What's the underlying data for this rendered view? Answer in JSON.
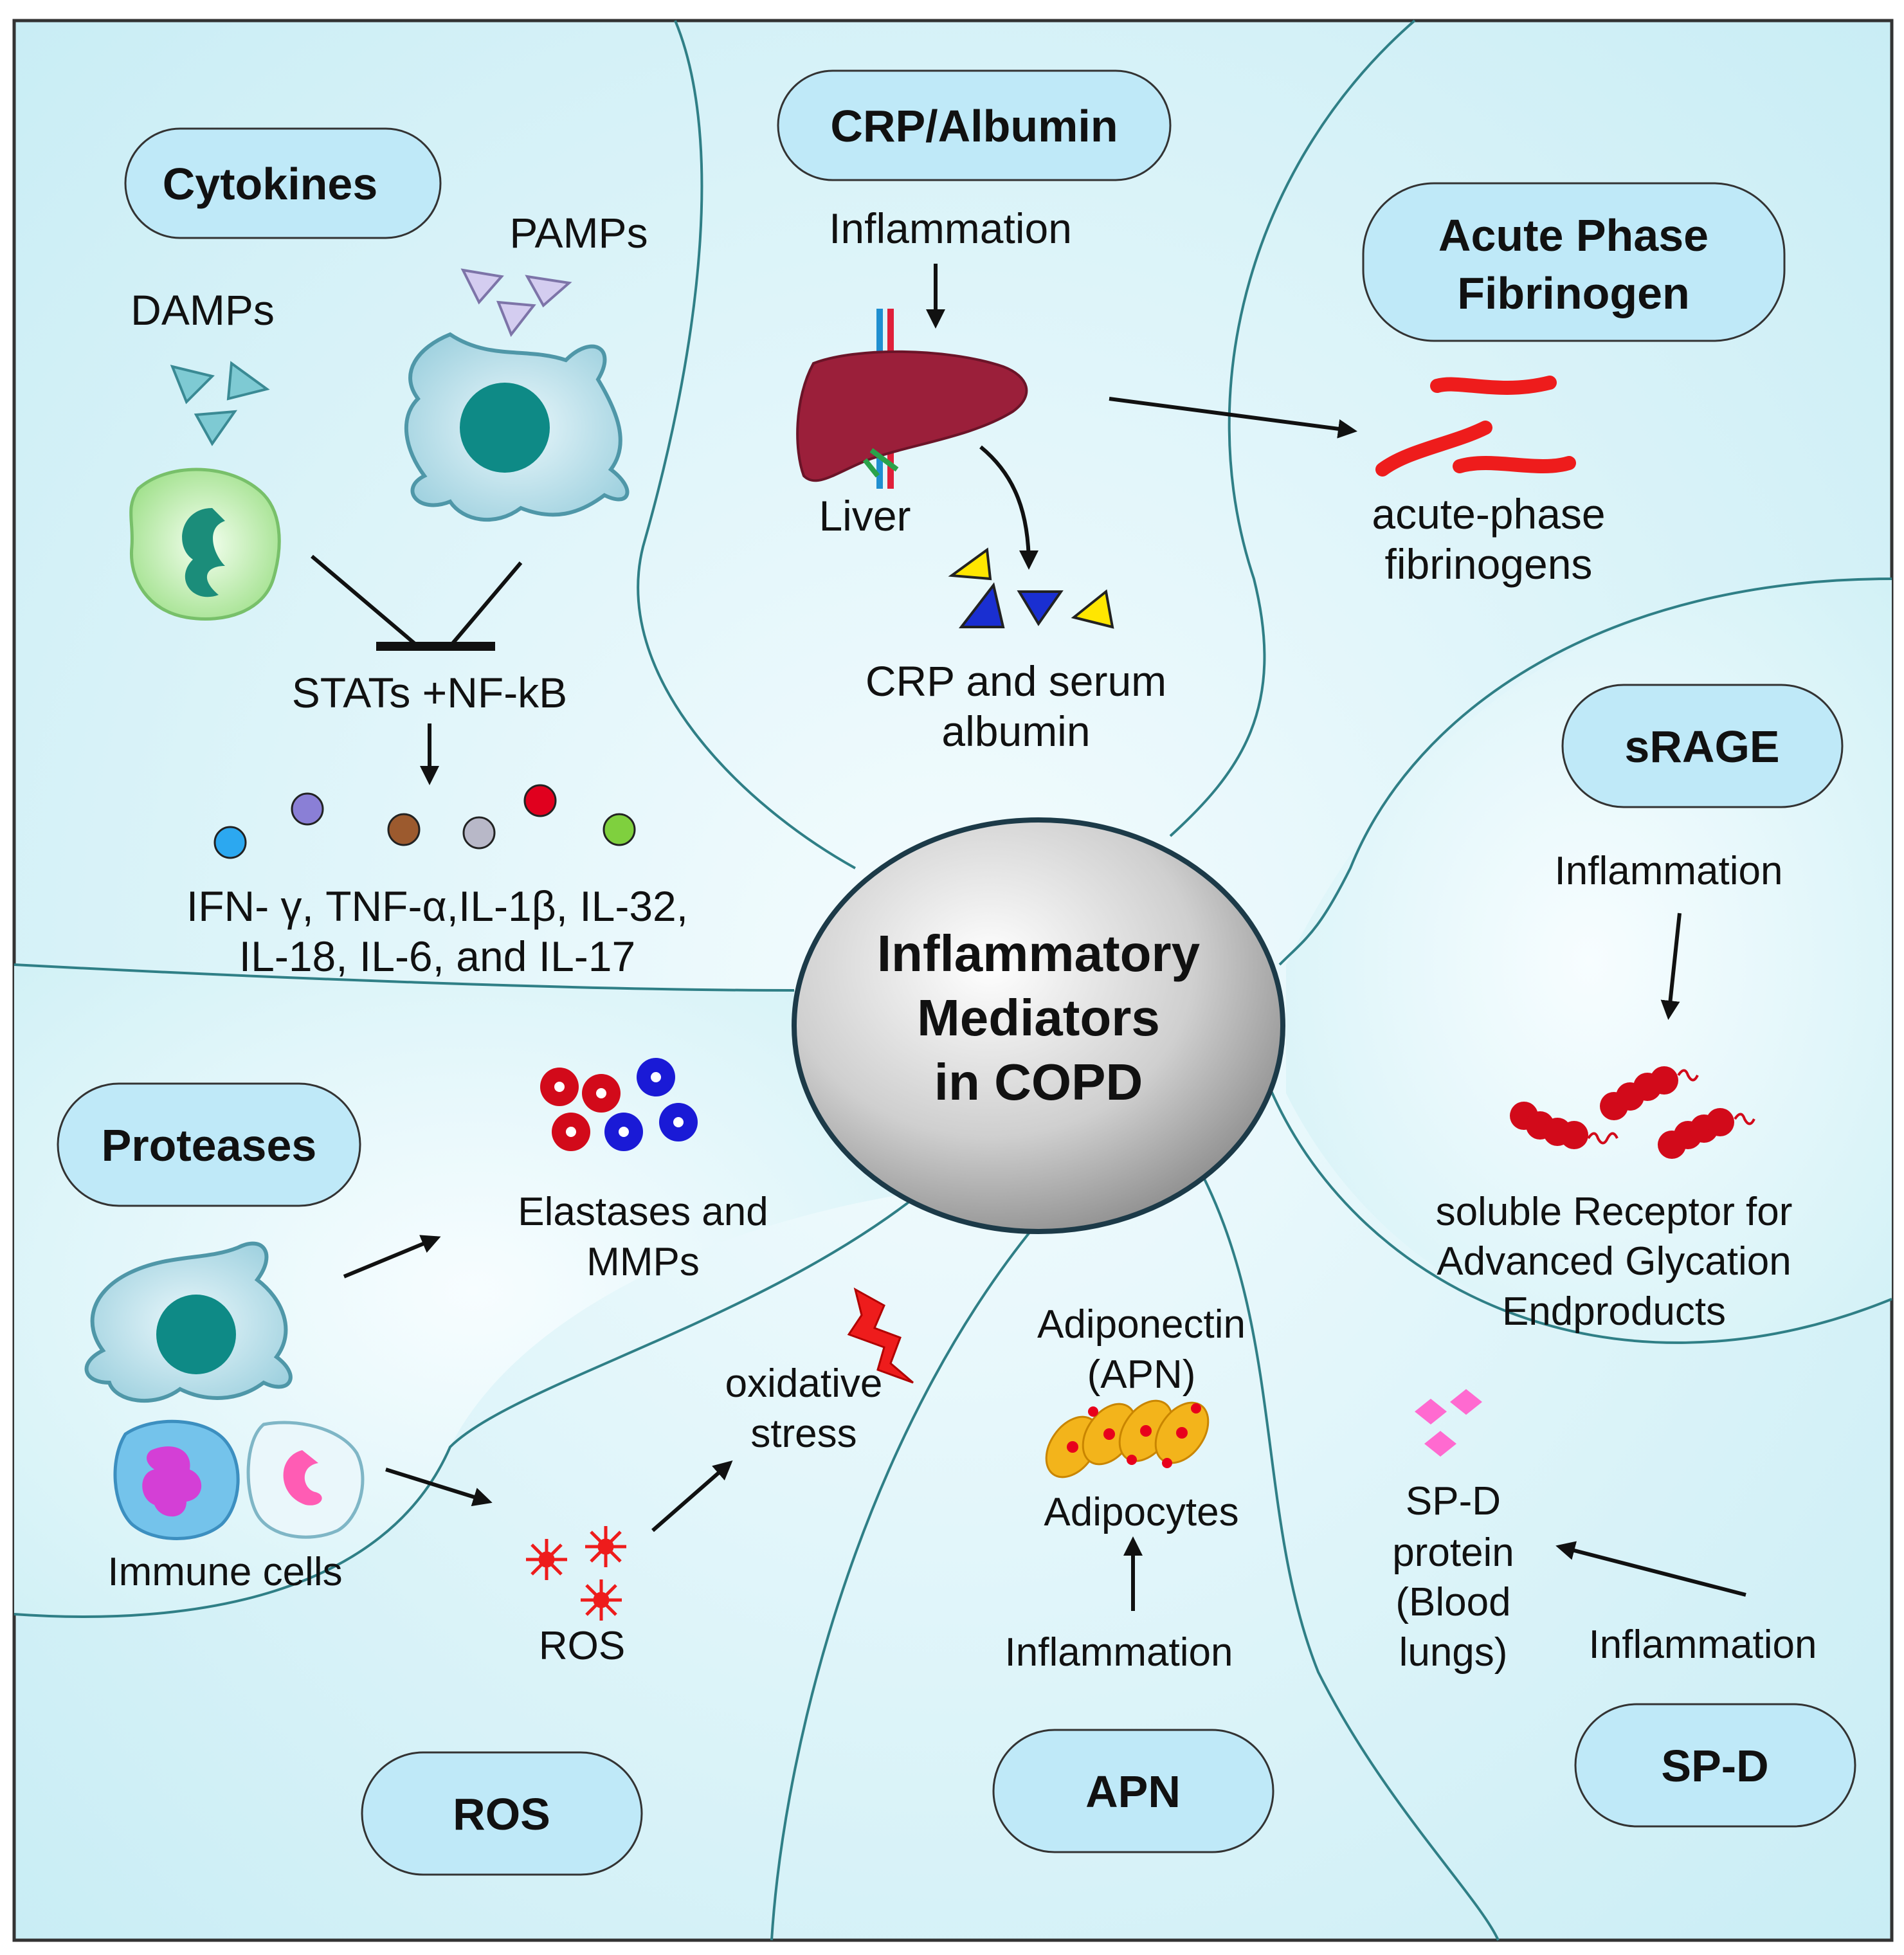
{
  "center": {
    "line1": "Inflammatory",
    "line2": "Mediators",
    "line3": "in COPD"
  },
  "sections": {
    "cytokines": {
      "title": "Cytokines",
      "damps": "DAMPs",
      "pamps": "PAMPs",
      "pathway": "STATs +NF-kB",
      "list_line1": "IFN- γ, TNF-α,IL-1β,  IL-32,",
      "list_line2": "IL-18, IL-6, and IL-17"
    },
    "crp": {
      "title": "CRP/Albumin",
      "inflammation": "Inflammation",
      "liver": "Liver",
      "result_line1": "CRP and serum",
      "result_line2": "albumin"
    },
    "fibrinogen": {
      "title_line1": "Acute Phase",
      "title_line2": "Fibrinogen",
      "result_line1": "acute-phase",
      "result_line2": "fibrinogens"
    },
    "srage": {
      "title": "sRAGE",
      "inflammation": "Inflammation",
      "result_line1": "soluble Receptor for",
      "result_line2": "Advanced Glycation",
      "result_line3": "Endproducts"
    },
    "spd": {
      "title": "SP-D",
      "inflammation": "Inflammation",
      "result_line1": "SP-D",
      "result_line2": "protein",
      "result_line3": "(Blood",
      "result_line4": "lungs)"
    },
    "apn": {
      "title": "APN",
      "inflammation": "Inflammation",
      "adipocytes": "Adipocytes",
      "result_line1": "Adiponectin",
      "result_line2": "(APN)"
    },
    "ros": {
      "title": "ROS",
      "ros_label": "ROS",
      "stress_line1": "oxidative",
      "stress_line2": "stress"
    },
    "proteases": {
      "title": "Proteases",
      "result_line1": "Elastases and",
      "result_line2": "MMPs",
      "immune_cells": "Immune cells"
    }
  },
  "colors": {
    "panel": "#d7f3f8",
    "pill": "#bfe9f8",
    "boundary": "#2f7f86",
    "center": "#c8c8c8",
    "liver": "#9b1f3a",
    "fibrinogen": "#ee1c1c",
    "crp_yellow": "#ffe600",
    "crp_blue": "#1a2fd1"
  }
}
